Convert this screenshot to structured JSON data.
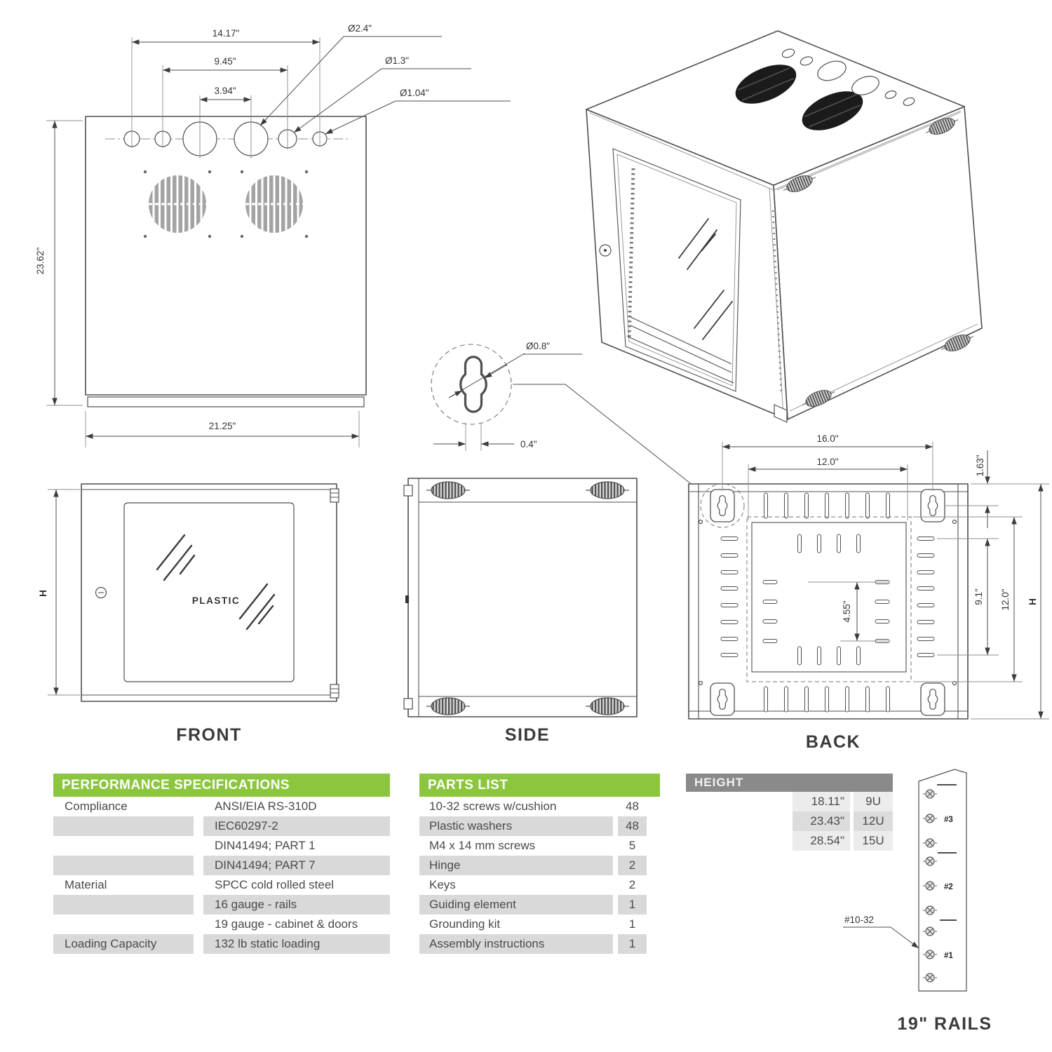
{
  "colors": {
    "accent_green": "#8cc63e",
    "header_gray": "#8a8a8a",
    "row_alt_gray": "#d9d9d9",
    "line_gray": "#4f4f4f"
  },
  "top_view": {
    "dim_hole_span_outer": "14.17\"",
    "dim_hole_span_mid": "9.45\"",
    "dim_hole_span_inner": "3.94\"",
    "dia_large": "Ø2.4\"",
    "dia_medium": "Ø1.3\"",
    "dia_small": "Ø1.04\"",
    "dim_overall_depth": "23.62\"",
    "dim_overall_width": "21.25\""
  },
  "keyhole_detail": {
    "dia_label": "Ø0.8\"",
    "width_label": "0.4\""
  },
  "front_view": {
    "caption": "FRONT",
    "window_label": "PLASTIC",
    "dim_height": "H"
  },
  "side_view": {
    "caption": "SIDE"
  },
  "back_view": {
    "caption": "BACK",
    "dim_mount_width": "16.0\"",
    "dim_vent_width": "12.0\"",
    "dim_top_offset": "1.63\"",
    "dim_slot_span": "4.55\"",
    "dim_side_span": "9.1\"",
    "dim_vent_height": "12.0\"",
    "dim_height": "H"
  },
  "perf_table": {
    "title": "PERFORMANCE SPECIFICATIONS",
    "rows": [
      {
        "label": "Compliance",
        "value": "ANSI/EIA RS-310D"
      },
      {
        "label": "",
        "value": "IEC60297-2"
      },
      {
        "label": "",
        "value": "DIN41494; PART 1"
      },
      {
        "label": "",
        "value": "DIN41494; PART 7"
      },
      {
        "label": "Material",
        "value": "SPCC cold rolled steel"
      },
      {
        "label": "",
        "value": "16 gauge - rails"
      },
      {
        "label": "",
        "value": "19 gauge - cabinet & doors"
      },
      {
        "label": "Loading Capacity",
        "value": "132 lb static loading"
      }
    ]
  },
  "parts_table": {
    "title": "PARTS LIST",
    "rows": [
      {
        "label": "10-32 screws w/cushion",
        "qty": "48"
      },
      {
        "label": "Plastic washers",
        "qty": "48"
      },
      {
        "label": "M4 x 14 mm screws",
        "qty": "5"
      },
      {
        "label": "Hinge",
        "qty": "2"
      },
      {
        "label": "Keys",
        "qty": "2"
      },
      {
        "label": "Guiding element",
        "qty": "1"
      },
      {
        "label": "Grounding kit",
        "qty": "1"
      },
      {
        "label": "Assembly instructions",
        "qty": "1"
      }
    ]
  },
  "height_table": {
    "title": "HEIGHT",
    "rows": [
      {
        "inches": "18.11\"",
        "units": "9U"
      },
      {
        "inches": "23.43\"",
        "units": "12U"
      },
      {
        "inches": "28.54\"",
        "units": "15U"
      }
    ]
  },
  "rails": {
    "caption": "19\" RAILS",
    "thread_label": "#10-32",
    "unit_labels": [
      "#3",
      "#2",
      "#1"
    ]
  }
}
